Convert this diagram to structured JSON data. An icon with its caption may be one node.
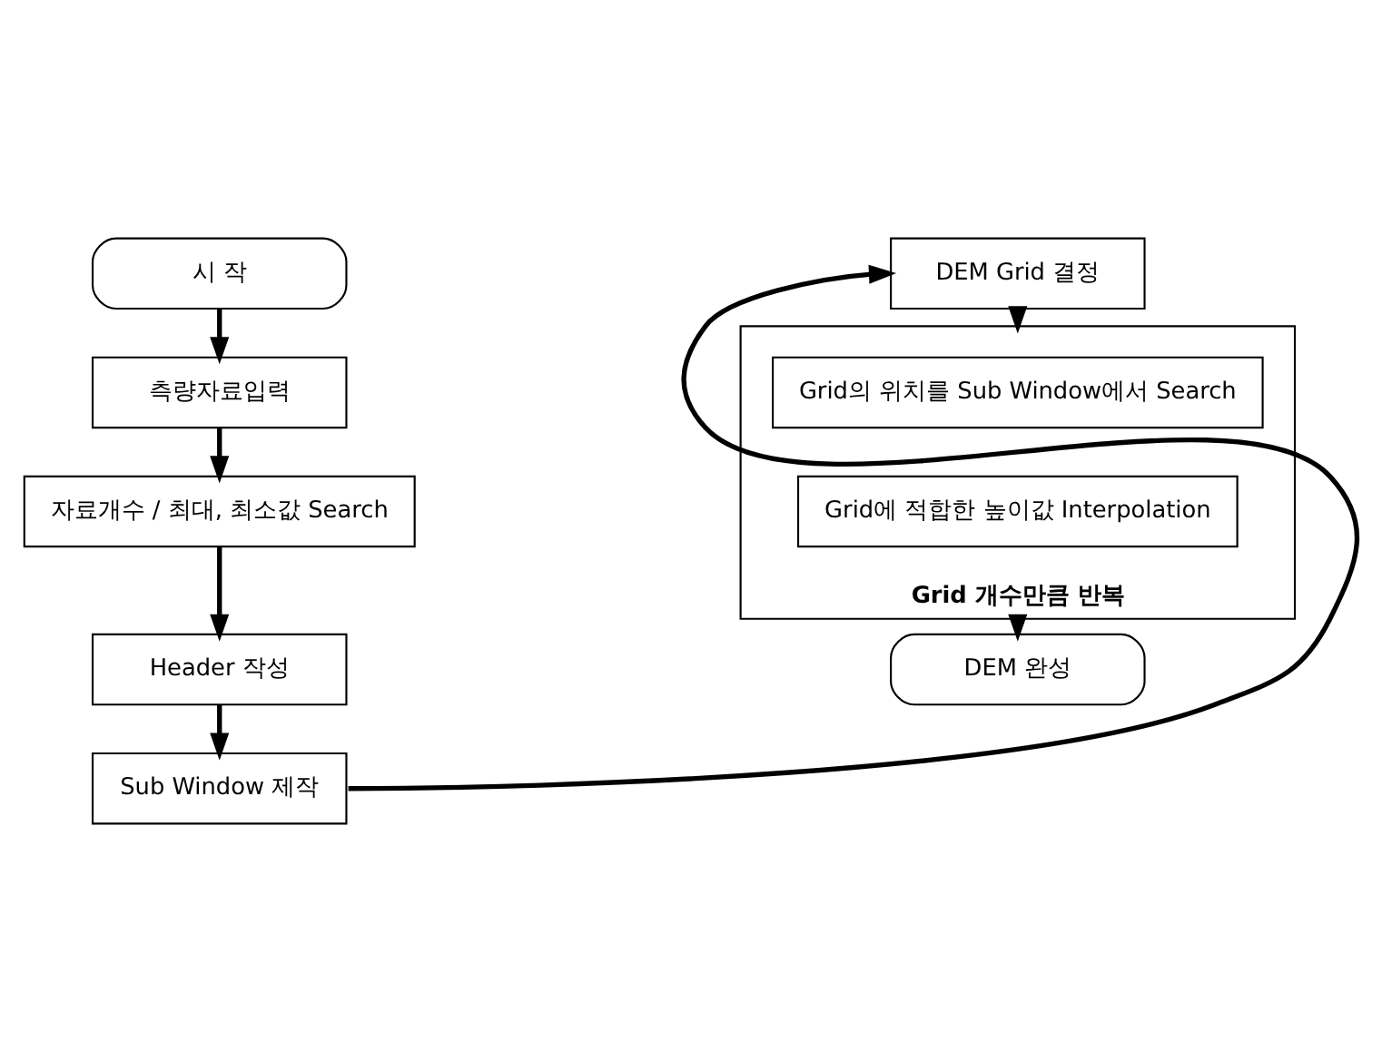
{
  "diagram": {
    "nodes": [
      {
        "text": [
          "시 작"
        ]
      },
      {
        "text": [
          "측량자료입력"
        ]
      },
      {
        "text": [
          "자료개수 / 최대, 최소값 Search"
        ]
      },
      {
        "text": [
          "Header 작성"
        ]
      },
      {
        "text": [
          "Sub Window 제작"
        ]
      },
      {
        "text": [
          "DEM Grid 결정"
        ]
      },
      {
        "text": [
          "Grid 개수만큼 반복"
        ]
      },
      {
        "text": [
          "Grid의 위치를 Sub Window에서 Search"
        ],
        "in": 6
      },
      {
        "text": [
          "Grid에 적합한 높이값 Interpolation"
        ],
        "in": 6
      },
      {
        "text": [
          "DEM 완성"
        ]
      }
    ],
    "edges": [
      {
        "from": 0,
        "to": 1,
        "arrow": "to"
      },
      {
        "from": 1,
        "to": 2,
        "arrow": "to"
      },
      {
        "from": 2,
        "to": 3,
        "arrow": "to"
      },
      {
        "from": 3,
        "to": 4,
        "arrow": "to"
      },
      {
        "from": 4,
        "to": 5,
        "arrow": "to"
      },
      {
        "from": 5,
        "to": 6,
        "arrow": "to"
      },
      {
        "from": 6,
        "to": 9,
        "arrow": "to"
      }
    ]
  }
}
